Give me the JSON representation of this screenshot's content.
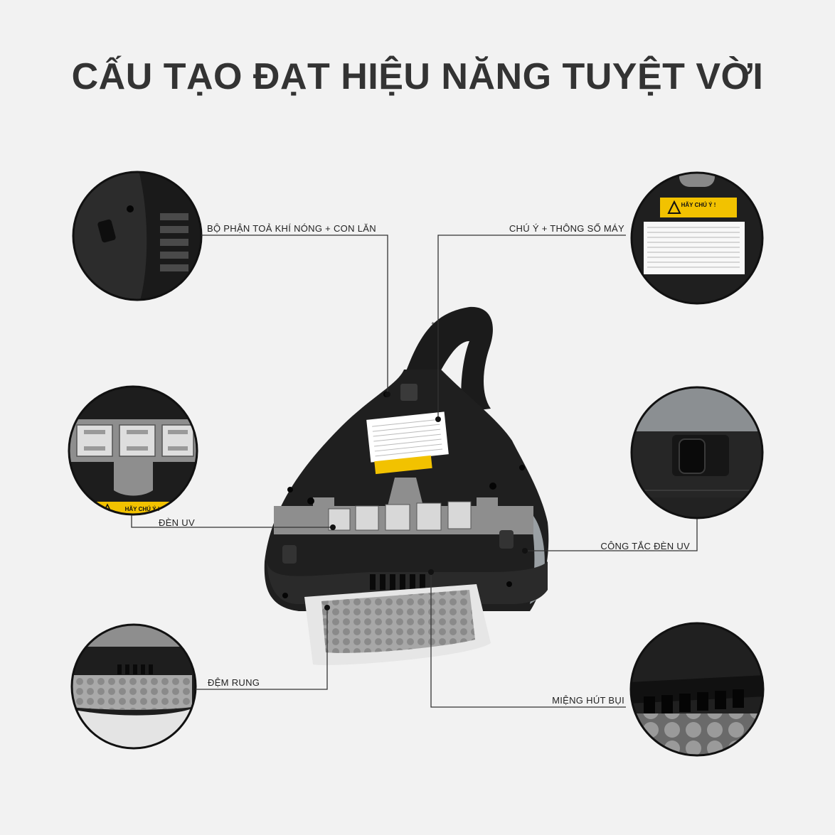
{
  "title": "CẤU TẠO ĐẠT HIỆU NĂNG TUYỆT VỜI",
  "labels": {
    "heat_roller": "BỘ PHẬN TOẢ KHÍ NÓNG + CON LĂN",
    "notice_specs": "CHÚ Ý + THÔNG SỐ MÁY",
    "uv_lamp": "ĐÈN UV",
    "uv_switch": "CÔNG TẮC ĐÈN UV",
    "vibration_pad": "ĐỆM RUNG",
    "suction_mouth": "MIỆNG HÚT BỤI"
  },
  "sticker": {
    "warning": "HÃY CHÚ Ý !"
  },
  "colors": {
    "background": "#f2f2f2",
    "body": "#1e1e1e",
    "plate": "#8f8f8f",
    "pad": "#a8a8a8",
    "warning": "#f2c200",
    "line": "#333333"
  }
}
